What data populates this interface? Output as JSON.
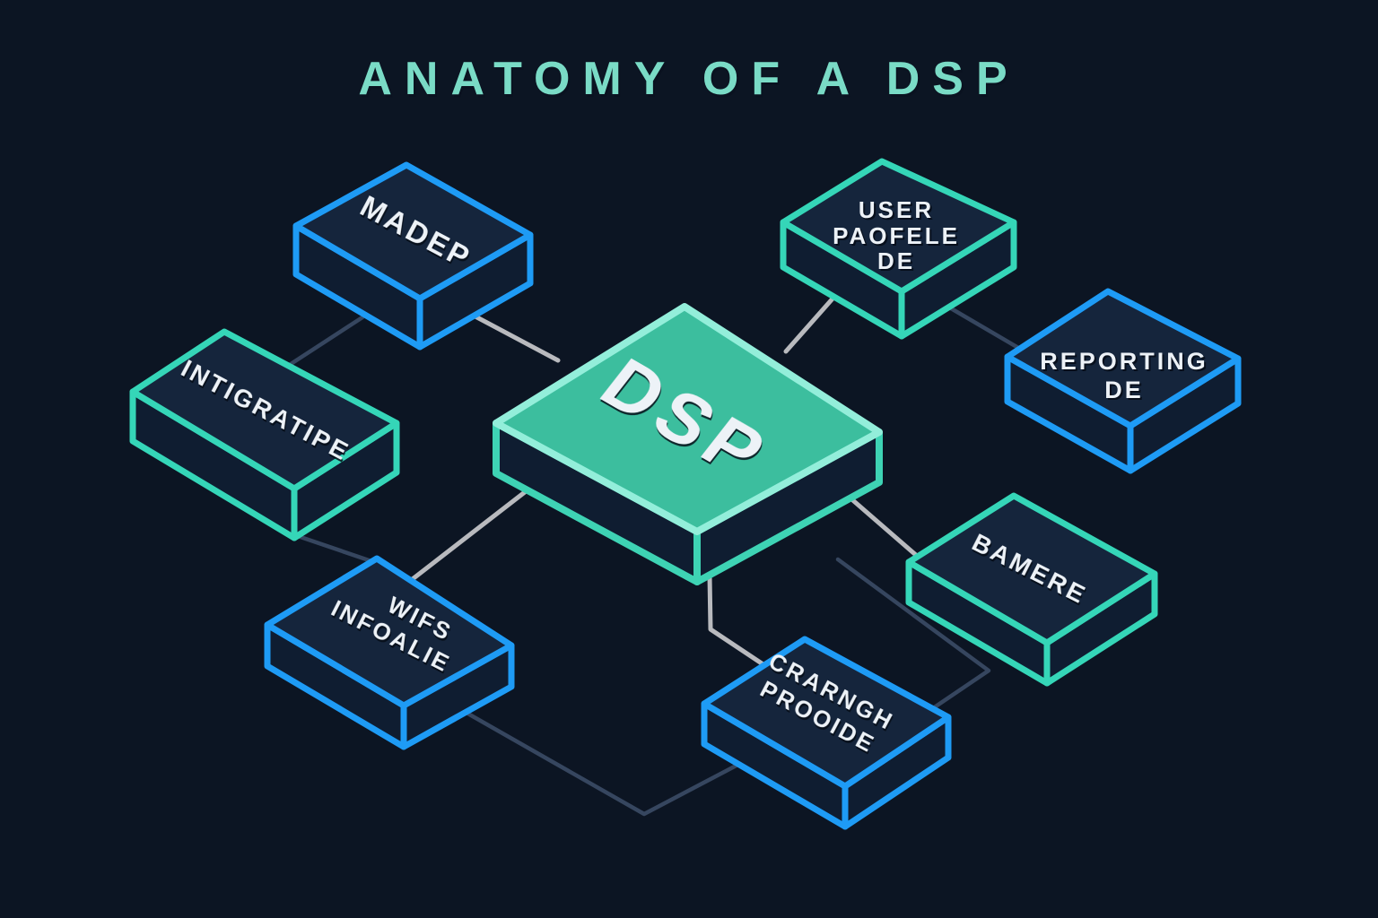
{
  "title": "ANATOMY OF A DSP",
  "colors": {
    "background": "#0c1523",
    "title_text": "#7adbc6",
    "node_blue": "#1e9bf5",
    "node_teal": "#35d6b8",
    "dsp_top_fill": "#3cbe9e",
    "dsp_top_stroke": "#93eeda",
    "dsp_side_stroke": "#3ed3b4",
    "face_top_fill": "#15253c",
    "face_side_fill": "#0f1d31",
    "label_text": "#edf2f7",
    "connector_gray": "#b9babe",
    "connector_slate": "#36465f"
  },
  "nodes": {
    "dsp": {
      "lines": [
        "DSP"
      ],
      "accent": "#3ed3b4"
    },
    "madep": {
      "lines": [
        "MADEP"
      ],
      "accent": "#1e9bf5"
    },
    "user_profile": {
      "lines": [
        "USER",
        "PAOFELE",
        "DE"
      ],
      "accent": "#35d6b8"
    },
    "reporting": {
      "lines": [
        "REPORTING",
        "DE"
      ],
      "accent": "#1e9bf5"
    },
    "intigratipe": {
      "lines": [
        "INTIGRATIPE"
      ],
      "accent": "#35d6b8"
    },
    "wifs": {
      "lines": [
        "WIFS",
        "INFOALIE"
      ],
      "accent": "#1e9bf5"
    },
    "crarngh": {
      "lines": [
        "CRARNGH",
        "PROOIDE"
      ],
      "accent": "#1e9bf5"
    },
    "bamere": {
      "lines": [
        "BAMERE"
      ],
      "accent": "#35d6b8"
    }
  },
  "connections": [
    {
      "from": "madep",
      "to": "dsp"
    },
    {
      "from": "madep",
      "to": "intigratipe"
    },
    {
      "from": "intigratipe",
      "to": "wifs"
    },
    {
      "from": "dsp",
      "to": "wifs"
    },
    {
      "from": "dsp",
      "to": "user_profile"
    },
    {
      "from": "user_profile",
      "to": "reporting"
    },
    {
      "from": "dsp",
      "to": "bamere"
    },
    {
      "from": "dsp",
      "to": "crarngh"
    },
    {
      "from": "bamere",
      "to": "crarngh"
    },
    {
      "from": "wifs",
      "to": "crarngh"
    }
  ]
}
